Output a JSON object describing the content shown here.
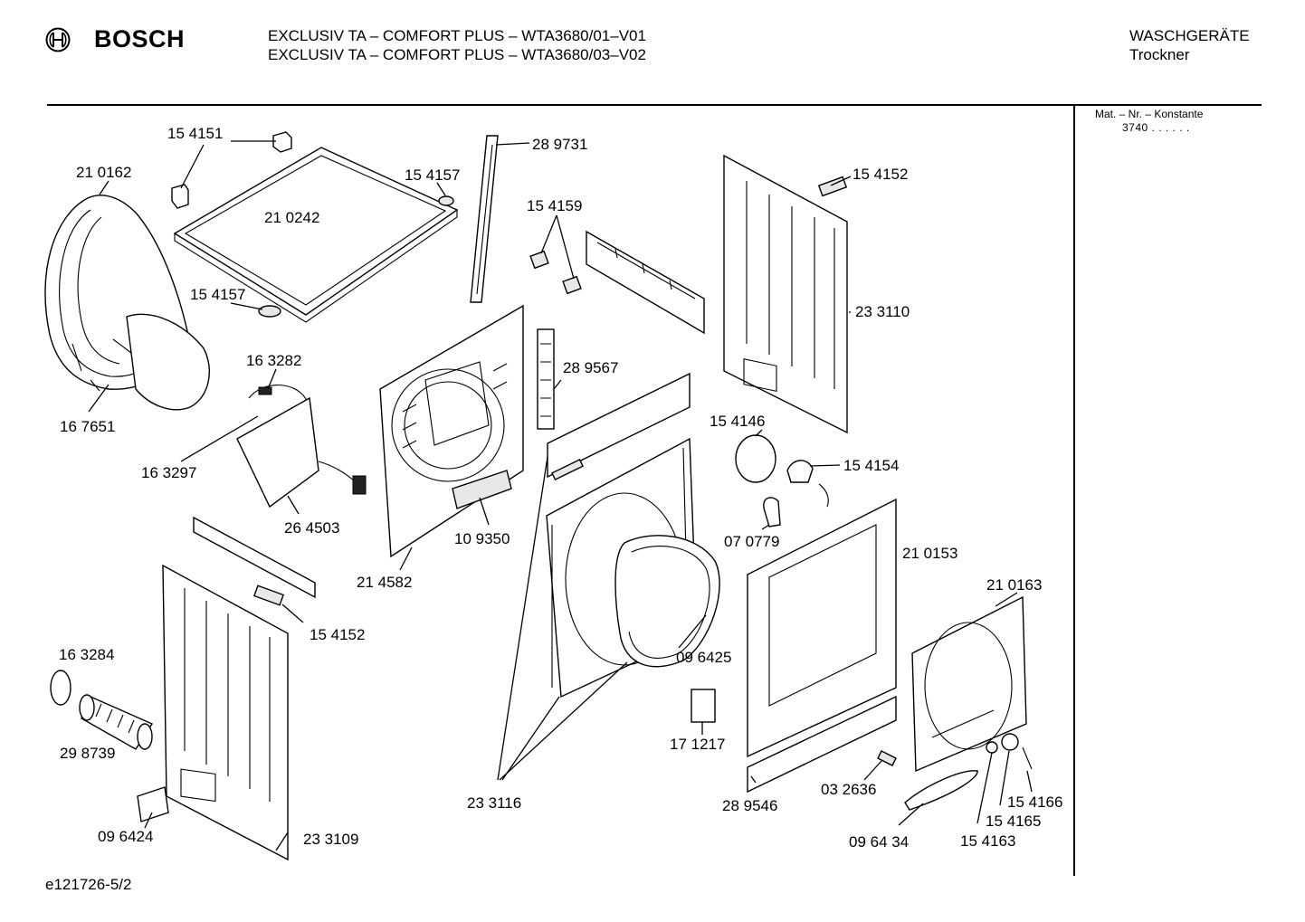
{
  "header": {
    "brand": "BOSCH",
    "title_lines": [
      "EXCLUSIV TA – COMFORT PLUS – WTA3680/01–V01",
      "EXCLUSIV TA – COMFORT PLUS – WTA3680/03–V02"
    ],
    "category": "WASCHGERÄTE",
    "subcategory": "Trockner"
  },
  "side_panel": {
    "label": "Mat. – Nr. – Konstante",
    "value": "3740  .  .  .  .  .  ."
  },
  "footer": {
    "drawing_id": "e121726-5/2"
  },
  "parts": [
    "15 4151",
    "21 0162",
    "21 0242",
    "15 4157",
    "28 9731",
    "15 4152",
    "15 4159",
    "15 4157",
    "23 3110",
    "16 3282",
    "28 9567",
    "16 7651",
    "16 3297",
    "15 4146",
    "15 4154",
    "26 4503",
    "10 9350",
    "07 0779",
    "21 4582",
    "21 0153",
    "21 0163",
    "15 4152",
    "16 3284",
    "09 6425",
    "29 8739",
    "17 1217",
    "03 2636",
    "15 4166",
    "23 3116",
    "28 9546",
    "15 4165",
    "09 6424",
    "23 3109",
    "09 64 34",
    "15 4163"
  ]
}
